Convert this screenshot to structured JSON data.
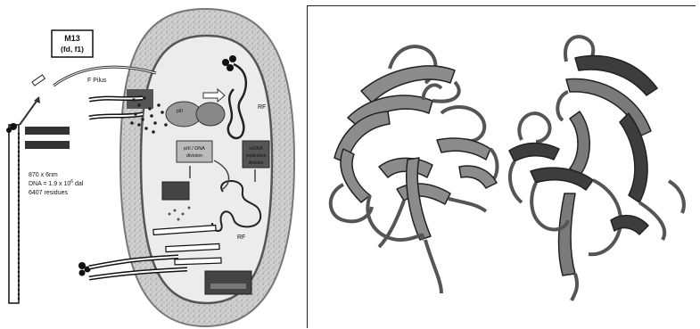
{
  "left_panel": {
    "phage_box": {
      "title": "M13",
      "subtitle": "(fd, f1)"
    },
    "labels": {
      "f_pilus": "F Pilus",
      "rf_top": "RF",
      "rf_bottom": "RF",
      "phage_size": "870 x 6nm",
      "phage_dna": "DNA = 1.9 x 10",
      "phage_dna_exp": "6",
      "phage_dna_unit": " dal",
      "phage_residues": "6407 residues",
      "box_central": "pIII / DNA",
      "box_central_2": "division",
      "box_right": "ssDNA",
      "box_right_2": "replication",
      "box_right_3": "division"
    }
  },
  "right_panel": {
    "description": ""
  },
  "colors": {
    "cell_wall": "#c9c9c9",
    "cytoplasm": "#e8e8e8",
    "ribbon": "#8a8a8a",
    "ribbon_dark": "#3a3a3a"
  }
}
